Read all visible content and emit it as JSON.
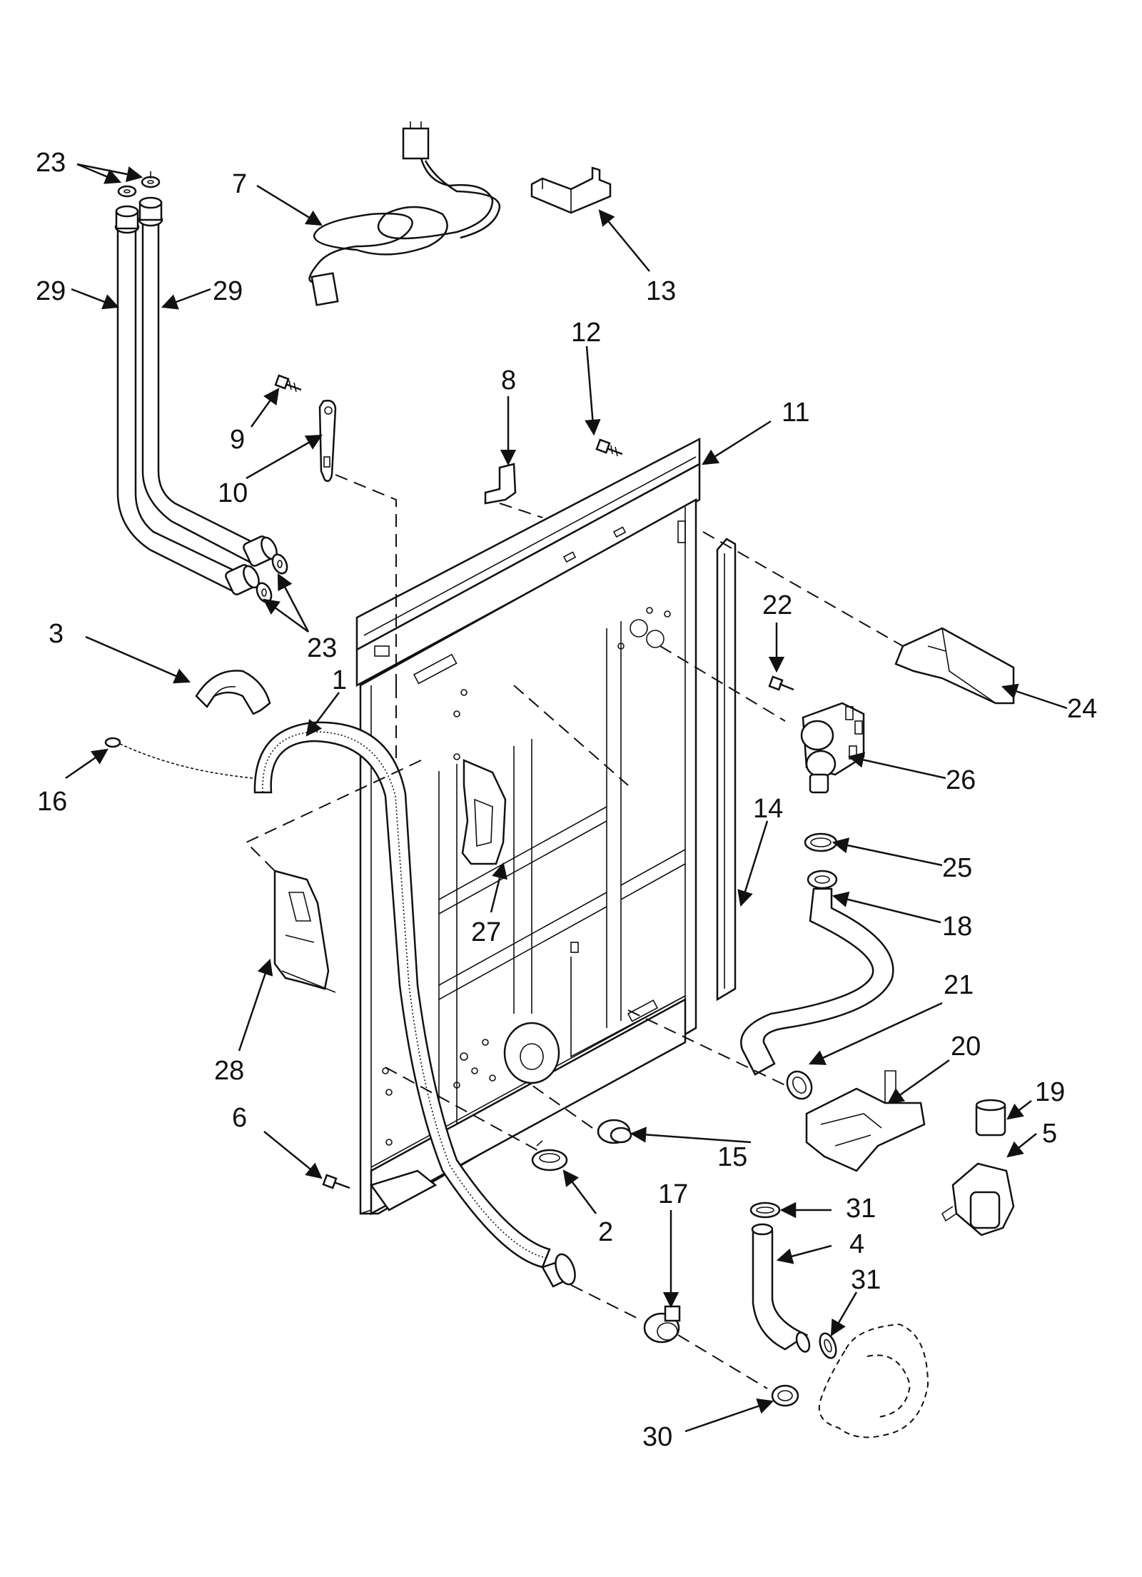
{
  "callouts": {
    "c1": "1",
    "c2": "2",
    "c3": "3",
    "c4": "4",
    "c5": "5",
    "c6": "6",
    "c7": "7",
    "c8": "8",
    "c9": "9",
    "c10": "10",
    "c11": "11",
    "c12": "12",
    "c13": "13",
    "c14": "14",
    "c15": "15",
    "c16": "16",
    "c17": "17",
    "c18": "18",
    "c19": "19",
    "c20": "20",
    "c21": "21",
    "c22": "22",
    "c23a": "23",
    "c23b": "23",
    "c24": "24",
    "c25": "25",
    "c26": "26",
    "c27": "27",
    "c28": "28",
    "c29a": "29",
    "c29b": "29",
    "c30": "30",
    "c31a": "31",
    "c31b": "31"
  }
}
